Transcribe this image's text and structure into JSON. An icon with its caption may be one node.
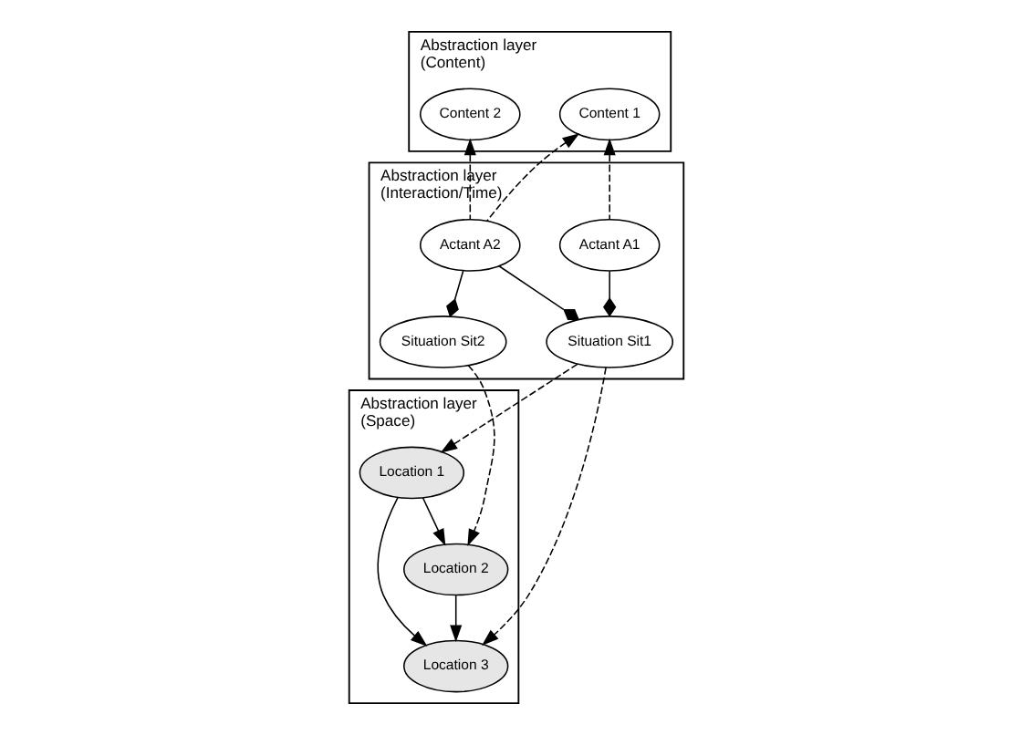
{
  "diagram": {
    "nodes": [
      {
        "text": [
          "Abstraction layer (Content)"
        ]
      },
      {
        "text": [
          "Content 1"
        ],
        "in": 0
      },
      {
        "text": [
          "Content 2"
        ],
        "in": 0
      },
      {
        "text": [
          "Abstraction layer (Interaction/Time)"
        ]
      },
      {
        "text": [
          "Actant A1"
        ],
        "in": 3
      },
      {
        "text": [
          "Actant A2"
        ],
        "in": 3
      },
      {
        "text": [
          "Situation Sit1"
        ],
        "in": 3
      },
      {
        "text": [
          "Situation Sit2"
        ],
        "in": 3
      },
      {
        "text": [
          "Abstraction layer (Space)"
        ]
      },
      {
        "text": [
          "Location 1"
        ],
        "in": 8
      },
      {
        "text": [
          "Location 2"
        ],
        "in": 8
      },
      {
        "text": [
          "Location 3"
        ],
        "in": 8
      }
    ],
    "edges": [
      {
        "from": 4,
        "to": 1,
        "arrow": "to",
        "style": "dashed"
      },
      {
        "from": 5,
        "to": 1,
        "arrow": "to",
        "style": "dashed"
      },
      {
        "from": 5,
        "to": 2,
        "arrow": "to",
        "style": "dashed"
      },
      {
        "from": 4,
        "to": 6,
        "arrow": "other"
      },
      {
        "from": 5,
        "to": 6,
        "arrow": "other"
      },
      {
        "from": 5,
        "to": 7,
        "arrow": "other"
      },
      {
        "from": 6,
        "to": 9,
        "arrow": "to",
        "style": "dashed"
      },
      {
        "from": 6,
        "to": 11,
        "arrow": "to",
        "style": "dashed"
      },
      {
        "from": 7,
        "to": 10,
        "arrow": "to",
        "style": "dashed"
      },
      {
        "from": 9,
        "to": 10,
        "arrow": "to"
      },
      {
        "from": 9,
        "to": 11,
        "arrow": "to"
      },
      {
        "from": 10,
        "to": 11,
        "arrow": "to"
      }
    ]
  }
}
